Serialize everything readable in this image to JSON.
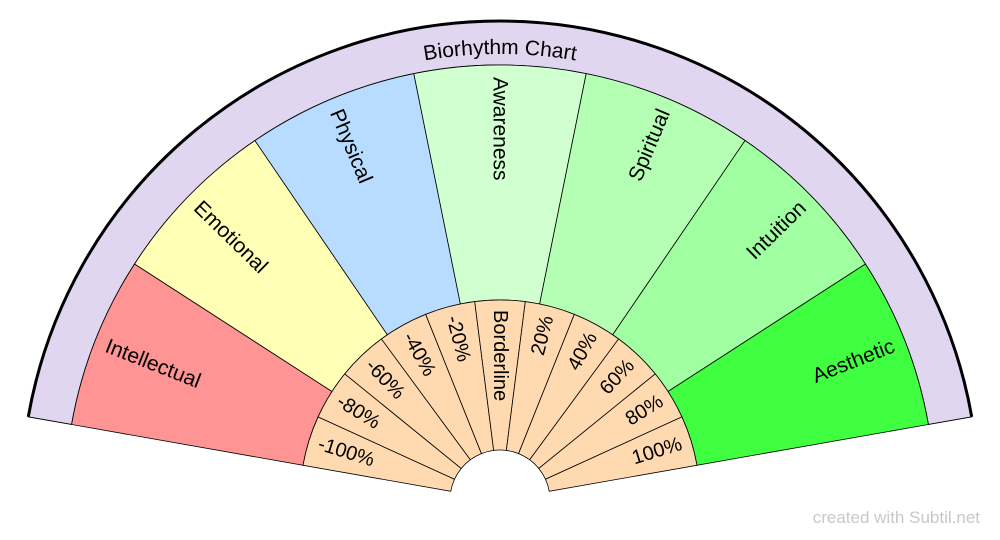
{
  "title": "Biorhythm Chart",
  "watermark": "created with Subtil.net",
  "colors": {
    "outer_ring": "#e0d6f0",
    "scale": "#ffdab0"
  },
  "categories": [
    {
      "label": "Intellectual",
      "color": "#ff9494"
    },
    {
      "label": "Emotional",
      "color": "#ffffb6"
    },
    {
      "label": "Physical",
      "color": "#b8dcff"
    },
    {
      "label": "Awareness",
      "color": "#d0ffd0"
    },
    {
      "label": "Spiritual",
      "color": "#b4ffb4"
    },
    {
      "label": "Intuition",
      "color": "#a0ffa0"
    },
    {
      "label": "Aesthetic",
      "color": "#40ff40"
    }
  ],
  "scale": [
    "-100%",
    "-80%",
    "-60%",
    "-40%",
    "-20%",
    "Borderline",
    "20%",
    "40%",
    "60%",
    "80%",
    "100%"
  ]
}
